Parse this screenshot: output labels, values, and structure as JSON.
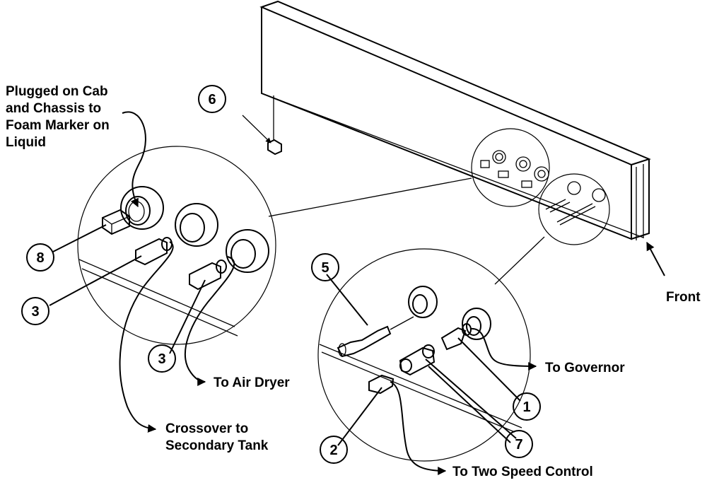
{
  "labels": {
    "plugged": [
      "Plugged on Cab",
      "and Chassis to",
      "Foam Marker on",
      "Liquid"
    ],
    "air_dryer": "To Air Dryer",
    "crossover": [
      "Crossover to",
      "Secondary Tank"
    ],
    "governor": "To Governor",
    "two_speed": "To Two Speed Control",
    "front": "Front"
  },
  "callouts": {
    "c6": "6",
    "c8": "8",
    "c3a": "3",
    "c3b": "3",
    "c5": "5",
    "c1": "1",
    "c2": "2",
    "c7": "7"
  }
}
